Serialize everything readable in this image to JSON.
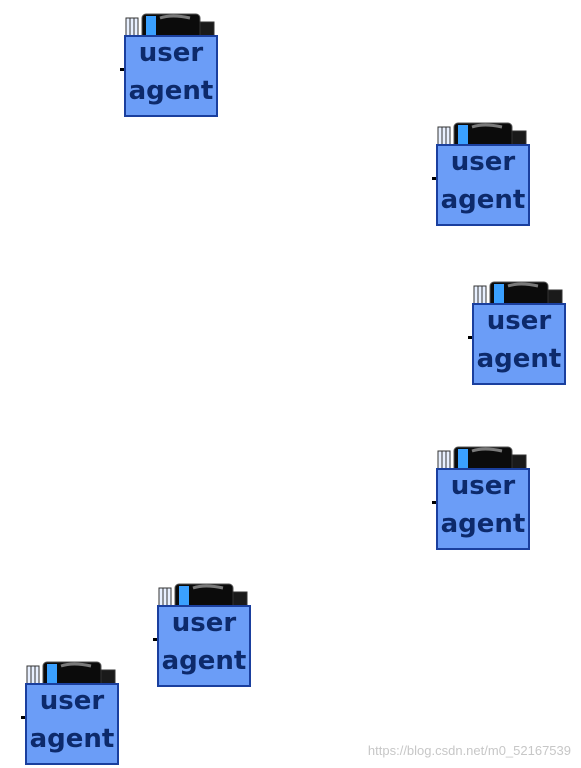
{
  "agents": [
    {
      "label_line1": "user",
      "label_line2": "agent",
      "icon": "computer-terminal-icon"
    },
    {
      "label_line1": "user",
      "label_line2": "agent",
      "icon": "computer-terminal-icon"
    },
    {
      "label_line1": "user",
      "label_line2": "agent",
      "icon": "computer-terminal-icon"
    },
    {
      "label_line1": "user",
      "label_line2": "agent",
      "icon": "computer-terminal-icon"
    },
    {
      "label_line1": "user",
      "label_line2": "agent",
      "icon": "computer-terminal-icon"
    },
    {
      "label_line1": "user",
      "label_line2": "agent",
      "icon": "computer-terminal-icon"
    }
  ],
  "watermark": "https://blog.csdn.net/m0_52167539",
  "colors": {
    "box_fill": "#6b9df7",
    "box_border": "#1a3f9e",
    "label": "#0d2a6b"
  }
}
